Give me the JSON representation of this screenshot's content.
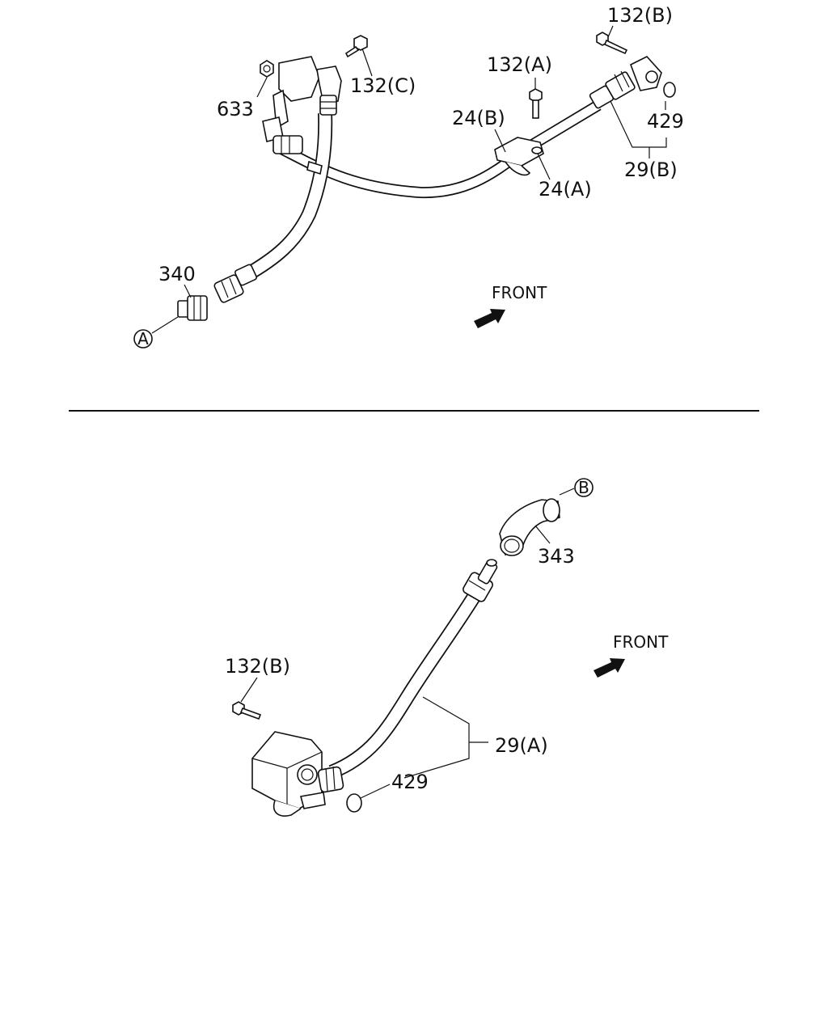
{
  "top_view": {
    "labels": {
      "bolt_c": "132(C)",
      "bolt_b": "132(B)",
      "bolt_a": "132(A)",
      "nut": "633",
      "clip_b": "24(B)",
      "clip_a": "24(A)",
      "oring": "429",
      "hose": "29(B)",
      "fitting": "340"
    },
    "ref_marker": "A",
    "front_label": "FRONT"
  },
  "bottom_view": {
    "labels": {
      "bolt_b": "132(B)",
      "hose": "29(A)",
      "oring": "429",
      "elbow": "343"
    },
    "ref_marker": "B",
    "front_label": "FRONT"
  },
  "colors": {
    "ink": "#111111",
    "paper": "#ffffff"
  }
}
